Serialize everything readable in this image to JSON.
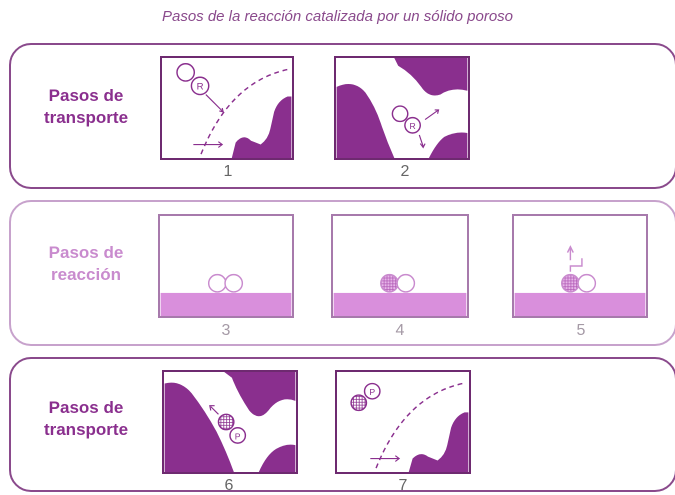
{
  "title": "Pasos de la reacción catalizada por un sólido poroso",
  "groups": [
    {
      "label_line1": "Pasos de",
      "label_line2": "transporte",
      "steps": [
        "1",
        "2"
      ]
    },
    {
      "label_line1": "Pasos de",
      "label_line2": "reacción",
      "steps": [
        "3",
        "4",
        "5"
      ]
    },
    {
      "label_line1": "Pasos de",
      "label_line2": "transporte",
      "steps": [
        "6",
        "7"
      ]
    }
  ],
  "molecule_labels": {
    "reactant": "R",
    "product": "P"
  },
  "colors": {
    "dark_purple": "#8a2f8e",
    "border": "#8a4a8c",
    "light_purple": "#d98fdc",
    "pale_border": "#c7a2cc"
  }
}
